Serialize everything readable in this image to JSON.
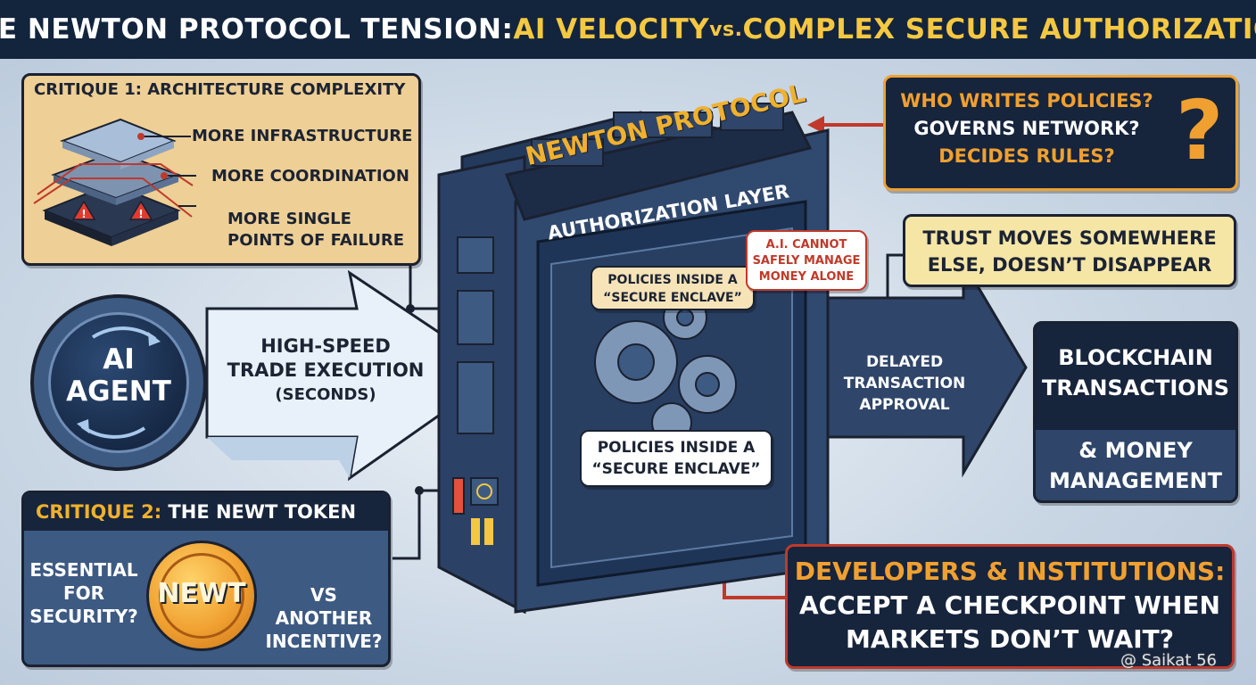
{
  "title": {
    "prefix": "THE NEWTON PROTOCOL TENSION: ",
    "highlight1": "AI VELOCITY",
    "vs": " vs. ",
    "highlight2": "COMPLEX SECURE AUTHORIZATION"
  },
  "critique1": {
    "heading": "CRITIQUE 1: ARCHITECTURE COMPLEXITY",
    "item1": "MORE INFRASTRUCTURE",
    "item2": "MORE COORDINATION",
    "item3_line1": "MORE SINGLE",
    "item3_line2": "POINTS OF FAILURE"
  },
  "agent": {
    "line1": "AI",
    "line2": "AGENT"
  },
  "trade": {
    "line1": "HIGH-SPEED",
    "line2": "TRADE EXECUTION",
    "line3": "(SECONDS)"
  },
  "newton": {
    "title": "NEWTON PROTOCOL",
    "subtitle": "AUTHORIZATION LAYER"
  },
  "enclave_top": {
    "line1": "POLICIES INSIDE A",
    "line2": "“SECURE ENCLAVE”"
  },
  "warning": {
    "line1": "A.I. CANNOT",
    "line2": "SAFELY MANAGE",
    "line3": "MONEY ALONE"
  },
  "enclave_bottom": {
    "line1": "POLICIES INSIDE A",
    "line2": "“SECURE ENCLAVE”"
  },
  "questions": {
    "line1": "WHO WRITES POLICIES?",
    "line2": "GOVERNS NETWORK?",
    "line3": "DECIDES RULES?",
    "mark": "?"
  },
  "trust": {
    "line1": "TRUST MOVES SOMEWHERE",
    "line2": "ELSE, DOESN’T DISAPPEAR"
  },
  "delay": {
    "line1": "DELAYED",
    "line2": "TRANSACTION",
    "line3": "APPROVAL"
  },
  "blockchain": {
    "line1": "BLOCKCHAIN",
    "line2": "TRANSACTIONS",
    "line3": "& MONEY",
    "line4": "MANAGEMENT"
  },
  "critique2": {
    "prefix": "CRITIQUE 2:",
    "rest": " THE NEWT TOKEN",
    "left1": "ESSENTIAL",
    "left2": "FOR",
    "left3": "SECURITY?",
    "coin": "NEWT",
    "right1": "VS",
    "right2": "ANOTHER",
    "right3": "INCENTIVE?"
  },
  "developers": {
    "line1": "DEVELOPERS & INSTITUTIONS:",
    "line2": "ACCEPT A CHECKPOINT WHEN",
    "line3": "MARKETS DON’T WAIT?"
  },
  "watermark": "@ Saikat 56",
  "colors": {
    "navy": "#13243d",
    "gold": "#f5c842",
    "tan": "#eecf95",
    "steel": "#3d5a82",
    "red": "#c0392b",
    "orange": "#f0a030"
  },
  "icons": [
    "layers-icon",
    "warning-icon",
    "refresh-arrows-icon",
    "gear-icon",
    "question-mark-icon",
    "coin-icon",
    "arrow-right-icon"
  ]
}
